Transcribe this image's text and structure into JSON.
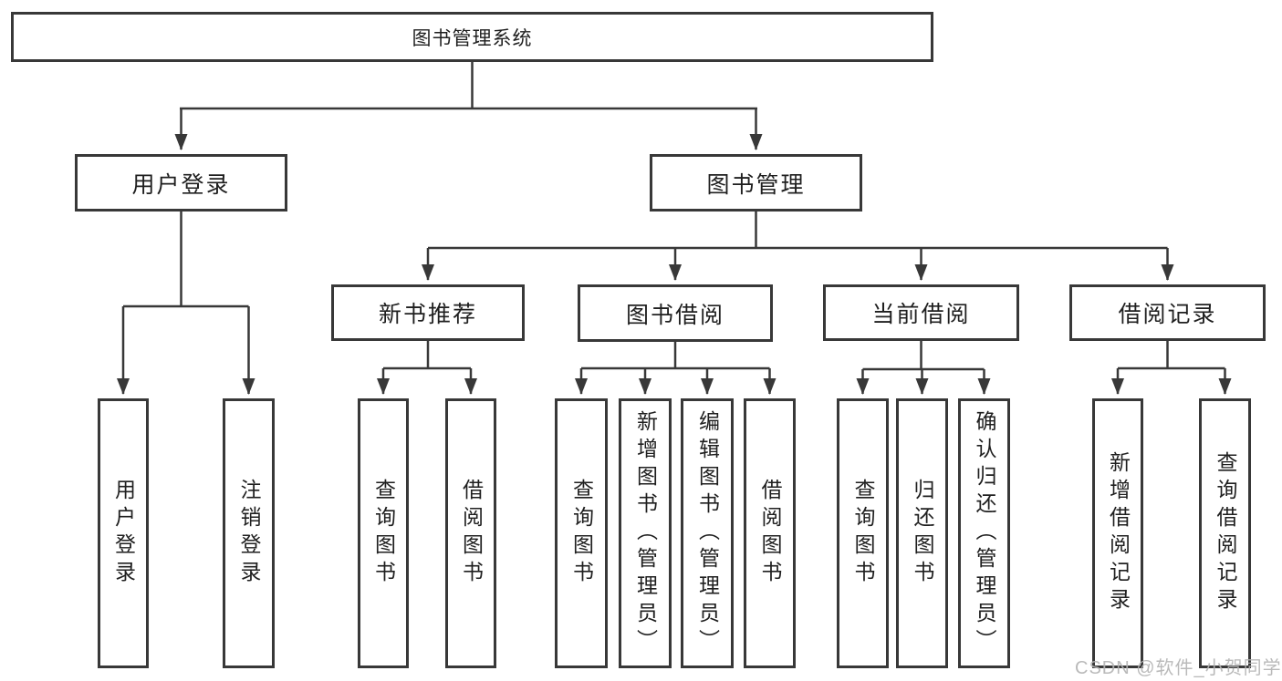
{
  "diagram": {
    "type": "hierarchy-tree",
    "nodes": {
      "root": "图书管理系统",
      "user_login": "用户登录",
      "book_mgmt": "图书管理",
      "new_book_rec": "新书推荐",
      "book_borrow": "图书借阅",
      "current_borrow": "当前借阅",
      "borrow_records": "借阅记录",
      "ul_login": "用户登录",
      "ul_logout": "注销登录",
      "nb_query": "查询图书",
      "nb_borrow": "借阅图书",
      "bb_query": "查询图书",
      "bb_add": "新增图书（管理员）",
      "bb_edit": "编辑图书（管理员）",
      "bb_borrow": "借阅图书",
      "cb_query": "查询图书",
      "cb_return": "归还图书",
      "cb_confirm": "确认归还（管理员）",
      "br_add": "新增借阅记录",
      "br_query": "查询借阅记录"
    },
    "edges": [
      [
        "root",
        "user_login"
      ],
      [
        "root",
        "book_mgmt"
      ],
      [
        "user_login",
        "ul_login"
      ],
      [
        "user_login",
        "ul_logout"
      ],
      [
        "book_mgmt",
        "new_book_rec"
      ],
      [
        "book_mgmt",
        "book_borrow"
      ],
      [
        "book_mgmt",
        "current_borrow"
      ],
      [
        "book_mgmt",
        "borrow_records"
      ],
      [
        "new_book_rec",
        "nb_query"
      ],
      [
        "new_book_rec",
        "nb_borrow"
      ],
      [
        "book_borrow",
        "bb_query"
      ],
      [
        "book_borrow",
        "bb_add"
      ],
      [
        "book_borrow",
        "bb_edit"
      ],
      [
        "book_borrow",
        "bb_borrow"
      ],
      [
        "current_borrow",
        "cb_query"
      ],
      [
        "current_borrow",
        "cb_return"
      ],
      [
        "current_borrow",
        "cb_confirm"
      ],
      [
        "borrow_records",
        "br_add"
      ],
      [
        "borrow_records",
        "br_query"
      ]
    ],
    "colors": {
      "line": "#383838",
      "text": "#1f1f1f",
      "box_background": "#ffffff",
      "page_background": "#ffffff",
      "watermark": "#b3b3b3"
    }
  },
  "watermark": "CSDN @软件_小贺同学"
}
